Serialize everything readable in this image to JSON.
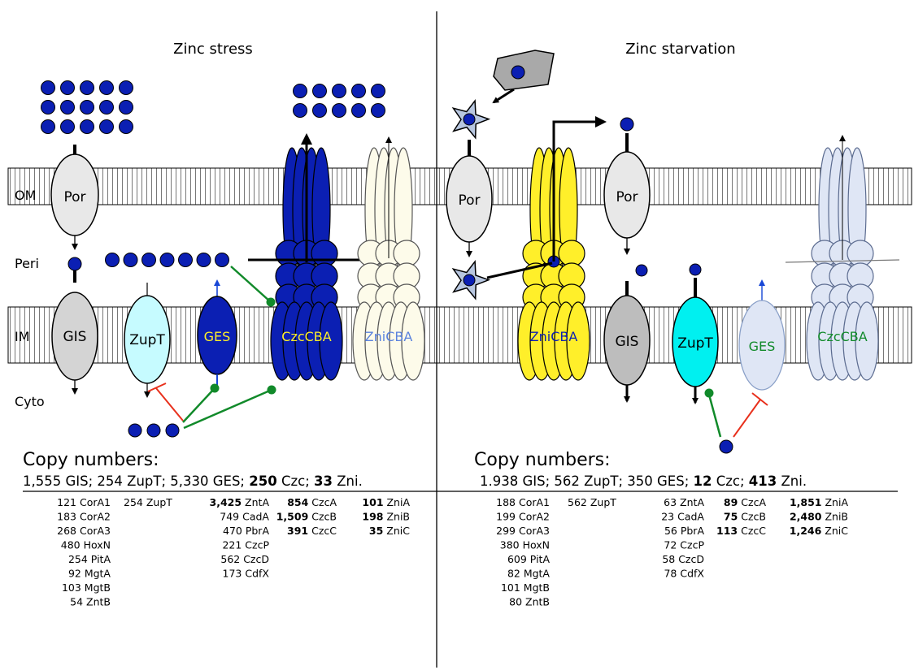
{
  "colors": {
    "blue_dark": "#0b1fb3",
    "yellow": "#ffef2a",
    "cyan": "#00f0f0",
    "cyan_light": "#c6fbff",
    "grey": "#cfcfcf",
    "grey_light": "#ececec",
    "faded_blue": "#dfe6f5",
    "faded_cream": "#fdfbea",
    "arrow_green": "#118a2a",
    "arrow_red": "#e8301c",
    "arrow_blue": "#1746d6"
  },
  "layer_labels": {
    "om": "OM",
    "peri": "Peri",
    "im": "IM",
    "cyto": "Cyto"
  },
  "left": {
    "title": "Zinc stress",
    "por": "Por",
    "gis": "GIS",
    "zupt": "ZupT",
    "ges": "GES",
    "czccba": "CzcCBA",
    "znicba": "ZniCBA",
    "copy_title": "Copy numbers:",
    "summary": {
      "p1": "1,555 GIS; 254 ZupT; 5,330 GES; ",
      "czc_num": "250",
      "czc_lbl": " Czc; ",
      "zni_num": "33",
      "zni_lbl": " Zni."
    },
    "col1": [
      "121 CorA1",
      "183 CorA2",
      "268 CorA3",
      "480 HoxN",
      "254 PitA",
      "92 MgtA",
      "103 MgtB",
      "54 ZntB"
    ],
    "col2": [
      "254 ZupT"
    ],
    "col3": [
      {
        "n": "3,425",
        "name": " ZntA",
        "bold": true
      },
      {
        "n": "749",
        "name": " CadA",
        "bold": false
      },
      {
        "n": "470",
        "name": " PbrA",
        "bold": false
      },
      {
        "n": "221",
        "name": " CzcP",
        "bold": false
      },
      {
        "n": "562",
        "name": " CzcD",
        "bold": false
      },
      {
        "n": "173",
        "name": " CdfX",
        "bold": false
      }
    ],
    "col4": [
      {
        "n": "854",
        "name": " CzcA",
        "bold": true
      },
      {
        "n": "1,509",
        "name": " CzcB",
        "bold": true
      },
      {
        "n": "391",
        "name": " CzcC",
        "bold": true
      }
    ],
    "col5": [
      {
        "n": "101",
        "name": " ZniA",
        "bold": true
      },
      {
        "n": "198",
        "name": " ZniB",
        "bold": true
      },
      {
        "n": "35",
        "name": " ZniC",
        "bold": true
      }
    ]
  },
  "right": {
    "title": "Zinc starvation",
    "por1": "Por",
    "por2": "Por",
    "znicba": "ZniCBA",
    "gis": "GIS",
    "zupt": "ZupT",
    "ges": "GES",
    "czccba": "CzcCBA",
    "copy_title": "Copy numbers:",
    "summary": {
      "p1": "1.938 GIS; 562 ZupT; 350 GES; ",
      "czc_num": "12",
      "czc_lbl": " Czc;  ",
      "zni_num": "413",
      "zni_lbl": " Zni."
    },
    "col1": [
      "188 CorA1",
      "199 CorA2",
      "299 CorA3",
      "380 HoxN",
      "609 PitA",
      "82 MgtA",
      "101 MgtB",
      "80 ZntB"
    ],
    "col2": [
      "562 ZupT"
    ],
    "col3": [
      {
        "n": "63",
        "name": " ZntA",
        "bold": false
      },
      {
        "n": "23",
        "name": " CadA",
        "bold": false
      },
      {
        "n": "56",
        "name": " PbrA",
        "bold": false
      },
      {
        "n": "72",
        "name": " CzcP",
        "bold": false
      },
      {
        "n": "58",
        "name": " CzcD",
        "bold": false
      },
      {
        "n": "78",
        "name": " CdfX",
        "bold": false
      }
    ],
    "col4": [
      {
        "n": "89",
        "name": " CzcA",
        "bold": true
      },
      {
        "n": "75",
        "name": " CzcB",
        "bold": true
      },
      {
        "n": "113",
        "name": " CzcC",
        "bold": true
      }
    ],
    "col5": [
      {
        "n": "1,851",
        "name": " ZniA",
        "bold": true
      },
      {
        "n": "2,480",
        "name": " ZniB",
        "bold": true
      },
      {
        "n": "1,246",
        "name": " ZniC",
        "bold": true
      }
    ]
  }
}
